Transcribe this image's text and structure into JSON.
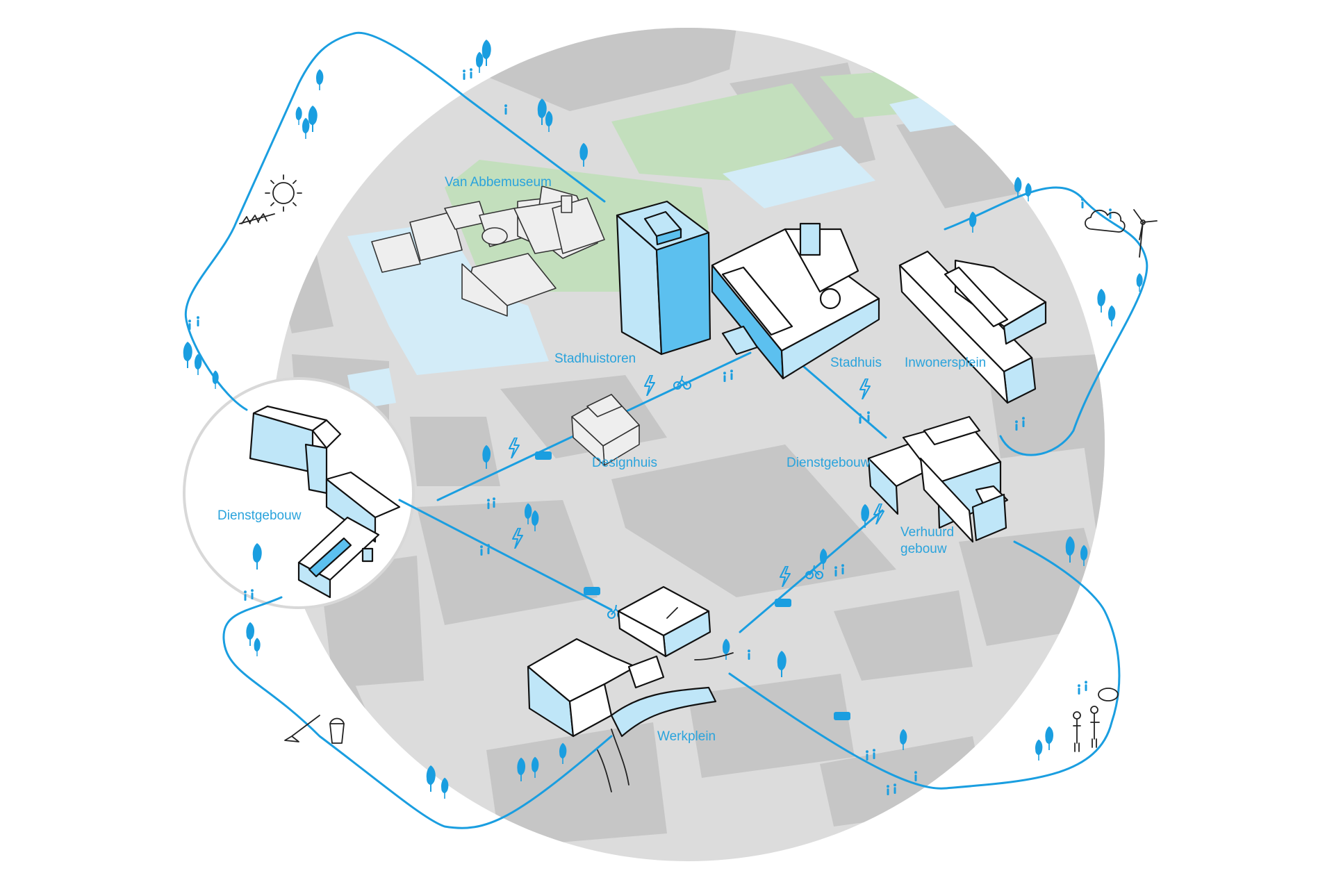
{
  "labels": {
    "van_abbemuseum": "Van Abbemuseum",
    "stadhuistoren": "Stadhuistoren",
    "stadhuis": "Stadhuis",
    "inwonersplein": "Inwonersplein",
    "designhuis": "Designhuis",
    "dienstgebouw_center": "Dienstgebouw",
    "dienstgebouw_inset": "Dienstgebouw",
    "verhuurd_line1": "Verhuurd",
    "verhuurd_line2": "gebouw",
    "werkplein": "Werkplein"
  },
  "icons": {
    "energy": "sun-and-solar-panels-icon",
    "wind": "cloud-and-wind-turbine-icon",
    "cleaning": "broom-and-bucket-icon",
    "people": "people-talking-icon",
    "tree": "tree-icon",
    "bolt": "lightning-bolt-icon",
    "bike": "bicycle-icon",
    "truck": "truck-icon"
  },
  "colors": {
    "route": "#1a9ee0",
    "building_fill_blue": "#bfe6f8",
    "map_circle": "#dcdcdc",
    "block_gray": "#c6c6c6",
    "park_green": "#c3dfbd",
    "water_blue": "#d3ecf8",
    "label_blue": "#2aa3dc"
  }
}
